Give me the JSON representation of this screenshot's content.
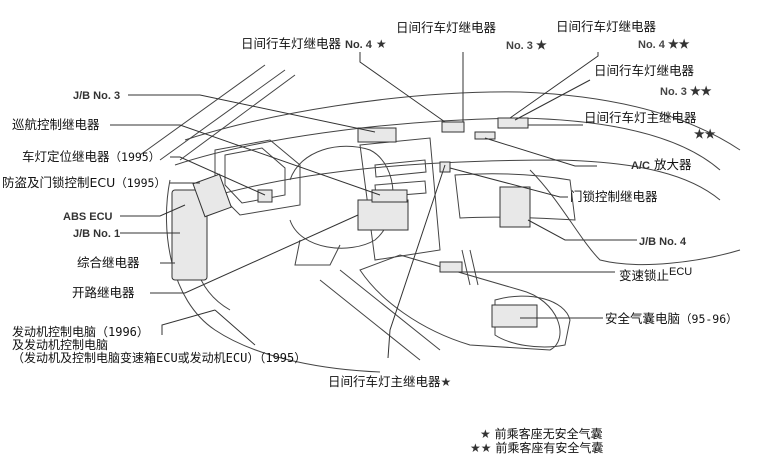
{
  "diagram": {
    "title": "",
    "labels": {
      "drl_relay_no4_star": {
        "text": "日间行车灯继电器",
        "suffix": "No. 4",
        "marker": "★"
      },
      "drl_relay_no3_star": {
        "text": "日间行车灯继电器",
        "suffix": "No. 3",
        "marker": "★"
      },
      "drl_relay_no4_2star": {
        "text": "日间行车灯继电器",
        "suffix": "No. 4",
        "marker": "★★"
      },
      "drl_relay_no3_2star": {
        "text": "日间行车灯继电器",
        "suffix": "No. 3",
        "marker": "★★"
      },
      "drl_main_relay_2star": {
        "text": "日间行车灯主继电器",
        "marker": "★★"
      },
      "jb_no3": {
        "text": "J/B No. 3"
      },
      "cruise_control_relay": {
        "text": "巡航控制继电器"
      },
      "headlamp_position_relay": {
        "text": "车灯定位继电器",
        "year": "（1995）"
      },
      "theft_door_lock_ecu": {
        "text": "防盗及门锁控制ECU",
        "year": "（1995）"
      },
      "abs_ecu": {
        "text": "ABS ECU"
      },
      "jb_no1": {
        "text": "J/B No. 1"
      },
      "integration_relay": {
        "text": "综合继电器"
      },
      "circuit_opening_relay": {
        "text": "开路继电器"
      },
      "engine_ecu": {
        "line1": "发动机控制电脑（1996）",
        "line2": "及发动机控制电脑",
        "line3": "（发动机及控制电脑变速箱ECU或发动机ECU）（1995）"
      },
      "drl_main_relay_star": {
        "text": "日间行车灯主继电器",
        "marker": "★"
      },
      "ac_amplifier": {
        "prefix": "A/C",
        "text": "放大器"
      },
      "door_lock_control_relay": {
        "text": "门锁控制继电器"
      },
      "jb_no4": {
        "text": "J/B No. 4"
      },
      "shift_lock_ecu": {
        "text": "变速锁止",
        "suffix": "ECU"
      },
      "airbag_ecu": {
        "text": "安全气囊电脑",
        "year": "（95-96）"
      }
    },
    "legend": [
      {
        "marker": "★",
        "text": "前乘客座无安全气囊"
      },
      {
        "marker": "★★",
        "text": "前乘客座有安全气囊"
      }
    ]
  }
}
